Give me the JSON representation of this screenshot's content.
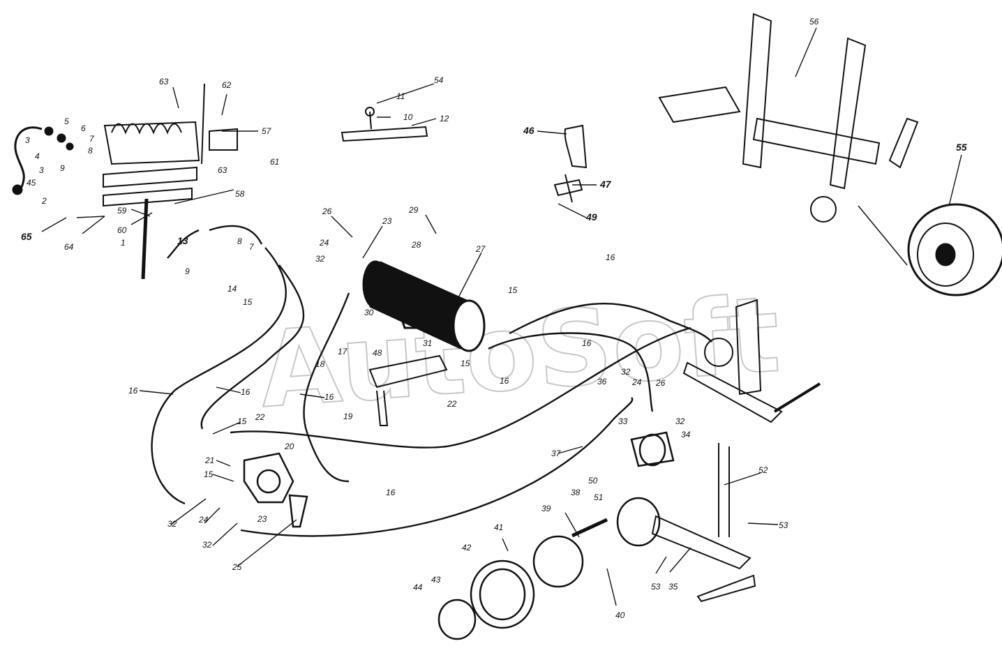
{
  "watermark": "AutoSoft",
  "colors": {
    "ink": "#111111",
    "background": "#ffffff",
    "watermark": "#9a9a9a"
  },
  "labels": {
    "l1": "1",
    "l2": "2",
    "l3a": "3",
    "l3b": "3",
    "l4": "4",
    "l5": "5",
    "l6": "6",
    "l7a": "7",
    "l7b": "7",
    "l8a": "8",
    "l8b": "8",
    "l9a": "9",
    "l9b": "9",
    "l10": "10",
    "l11": "11",
    "l12": "12",
    "l13": "13",
    "l14": "14",
    "l15a": "15",
    "l15b": "15",
    "l15c": "15",
    "l15d": "15",
    "l15e": "15",
    "l16a": "16",
    "l16b": "16",
    "l16c": "16",
    "l16d": "16",
    "l16e": "16",
    "l16f": "16",
    "l16g": "16",
    "l17": "17",
    "l18": "18",
    "l19": "19",
    "l20": "20",
    "l21": "21",
    "l22a": "22",
    "l22b": "22",
    "l23a": "23",
    "l23b": "23",
    "l24a": "24",
    "l24b": "24",
    "l24c": "24",
    "l25": "25",
    "l26a": "26",
    "l26b": "26",
    "l27": "27",
    "l28": "28",
    "l29": "29",
    "l30": "30",
    "l31": "31",
    "l32a": "32",
    "l32b": "32",
    "l32c": "32",
    "l32d": "32",
    "l32e": "32",
    "l33": "33",
    "l34": "34",
    "l35": "35",
    "l36": "36",
    "l37": "37",
    "l38": "38",
    "l39": "39",
    "l40": "40",
    "l41": "41",
    "l42": "42",
    "l43": "43",
    "l44": "44",
    "l45": "45",
    "l46": "46",
    "l47": "47",
    "l48": "48",
    "l49": "49",
    "l50": "50",
    "l51": "51",
    "l52": "52",
    "l53a": "53",
    "l53b": "53",
    "l54": "54",
    "l55": "55",
    "l56": "56",
    "l57": "57",
    "l58": "58",
    "l59": "59",
    "l60": "60",
    "l61": "61",
    "l62": "62",
    "l63a": "63",
    "l63b": "63",
    "l64": "64",
    "l65": "65"
  }
}
